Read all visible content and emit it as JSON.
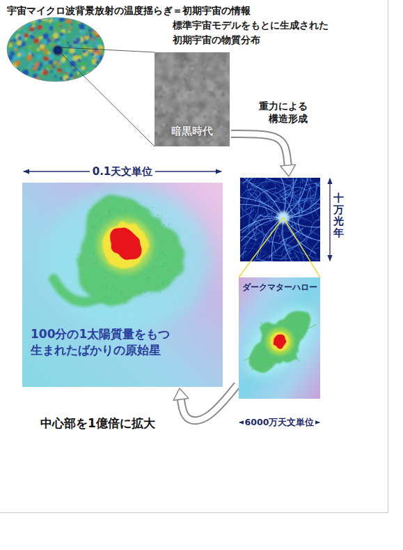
{
  "diagram": {
    "title": "宇宙マイクロ波背景放射の温度揺らぎ＝初期宇宙の情報",
    "nodes": [
      {
        "text": [
          "標準宇宙モデルをもとに生成された 初期宇宙の物質分布",
          "暗黒時代"
        ]
      },
      {
        "text": [
          "十万光年"
        ]
      },
      {
        "text": [
          "ダークマターハロー"
        ]
      },
      {
        "text": [
          "100分の1太陽質量をもつ 生まれたばかりの原始星"
        ]
      }
    ],
    "edges": [
      {
        "from": 0,
        "to": 1,
        "arrow": "to",
        "label": "重力による 構造形成"
      },
      {
        "from": 1,
        "to": 2,
        "arrow": "none"
      },
      {
        "from": 2,
        "to": 3,
        "arrow": "to",
        "label": "中心部を1億倍に拡大"
      }
    ],
    "labels": [
      "0.1天文単位",
      "6000万天文単位"
    ]
  }
}
